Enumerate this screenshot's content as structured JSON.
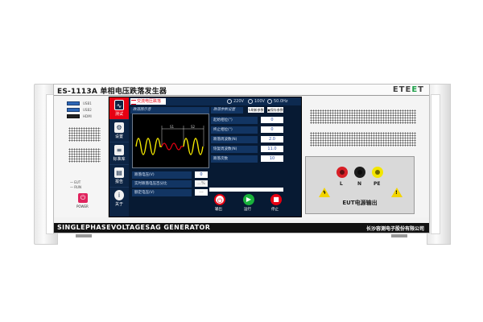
{
  "device": {
    "model_title": "ES-1113A 单相电压跌落发生器",
    "brand": {
      "prefix": "ETE",
      "accent": "E",
      "suffix": "T",
      "accent_color": "#1fa04a"
    },
    "product_name": "SINGLEPHASEVOLTAGESAG GENERATOR",
    "company": "长沙容测电子股份有限公司"
  },
  "left_panel": {
    "ports": [
      {
        "label": "USB1",
        "icon": "usb-port-icon"
      },
      {
        "label": "USB2",
        "icon": "usb-port-icon"
      },
      {
        "label": "HDMI",
        "icon": "hdmi-port-icon"
      }
    ],
    "leds": [
      "EUT",
      "RUN"
    ],
    "power_label": "POWER"
  },
  "screen": {
    "header": {
      "badge": "交流电压跌落",
      "voltage_in": "220V",
      "voltage_out": "100V",
      "frequency": "50.0Hz"
    },
    "sidebar": [
      {
        "label": "测试",
        "icon": "waveform-icon",
        "active": true
      },
      {
        "label": "设置",
        "icon": "settings-document-icon",
        "active": false
      },
      {
        "label": "标准库",
        "icon": "document-icon",
        "active": false
      },
      {
        "label": "报告",
        "icon": "report-icon",
        "active": false
      },
      {
        "label": "关于",
        "icon": "info-icon",
        "active": false
      }
    ],
    "waveform_panel": {
      "title": "跌落图示意",
      "markers": [
        "S1",
        "S2"
      ],
      "colors": {
        "normal": "#f2e600",
        "sag": "#e60012"
      }
    },
    "status_rows": [
      {
        "label": "跌落电压(V)",
        "value": "0"
      },
      {
        "label": "实时跌落电压百分比",
        "value": "...%"
      },
      {
        "label": "额定电压(V)",
        "value": "---"
      }
    ],
    "params_panel": {
      "title": "跌落参数设置",
      "buttons": [
        "刷新参数",
        "保存参数"
      ],
      "rows": [
        {
          "label": "起始相位(°)",
          "value": "0"
        },
        {
          "label": "终止相位(°)",
          "value": "0"
        },
        {
          "label": "跌落周波数(N)",
          "value": "2.0"
        },
        {
          "label": "恢复周波数(N)",
          "value": "11.0"
        },
        {
          "label": "跌落次数",
          "value": "10"
        }
      ]
    },
    "controls": [
      {
        "label": "输出",
        "icon": "power-icon",
        "color": "#e60012"
      },
      {
        "label": "运行",
        "icon": "play-icon",
        "color": "#19b13b"
      },
      {
        "label": "停止",
        "icon": "stop-icon",
        "color": "#e60012"
      }
    ]
  },
  "output_panel": {
    "terminals": [
      {
        "label": "L",
        "color": "#d81f26"
      },
      {
        "label": "N",
        "color": "#1c1c1c"
      },
      {
        "label": "PE",
        "color": "#f3e600"
      }
    ],
    "title": "EUT电源输出"
  }
}
